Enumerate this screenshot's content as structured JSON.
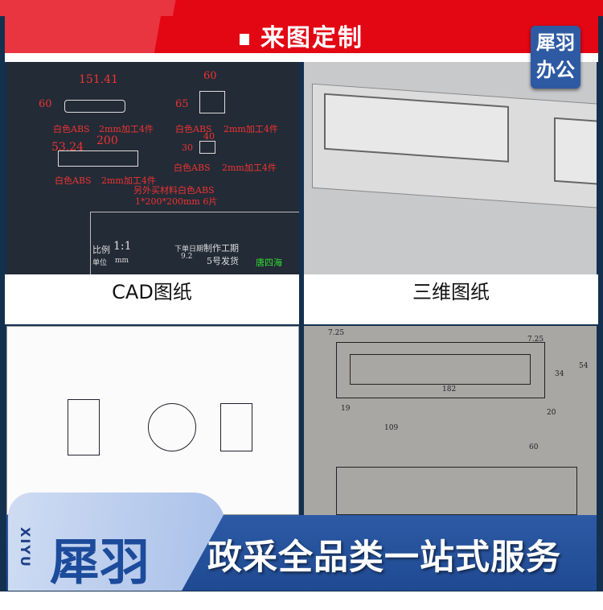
{
  "header": {
    "title": "来图定制",
    "logo": "犀羽办公"
  },
  "cad": {
    "caption": "CAD图纸",
    "dims": [
      "151.41",
      "60",
      "60",
      "65",
      "200",
      "53.24",
      "40",
      "30"
    ],
    "notes": [
      "白色ABS",
      "2mm加工4件",
      "白色ABS",
      "2mm加工4件",
      "白色ABS",
      "2mm加工4件",
      "白色ABS",
      "2mm加工4件",
      "另外买材料白色ABS",
      "1*200*200mm 6片"
    ],
    "table": {
      "scale_label": "比例",
      "scale": "1:1",
      "unit_label": "单位",
      "unit": "mm",
      "order_date_label": "下单日期",
      "order_date": "9.2",
      "period_label": "制作工期",
      "period": "5号发货",
      "name": "唐四海"
    }
  },
  "model3d": {
    "caption": "三维图纸"
  },
  "sketch": {
    "dims": [
      "7.25",
      "7.25",
      "182",
      "34",
      "54",
      "20",
      "109",
      "19",
      "60"
    ]
  },
  "footer": {
    "brand_latin": "XIYU",
    "brand": "犀羽",
    "slogan": "政采全品类一站式服务"
  }
}
